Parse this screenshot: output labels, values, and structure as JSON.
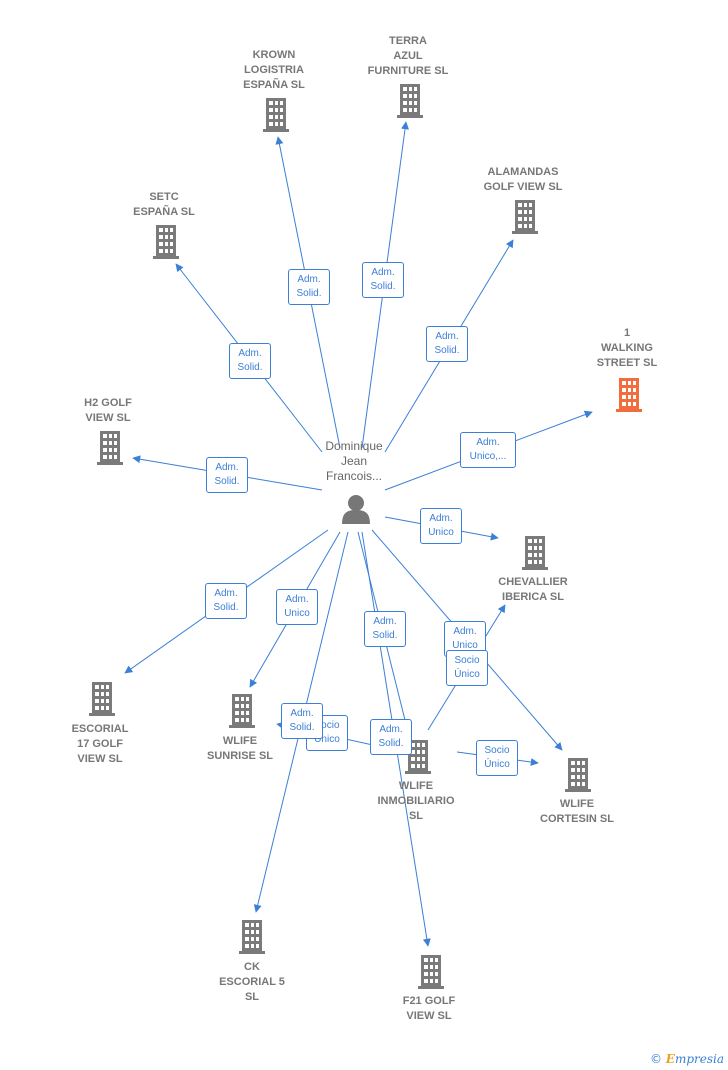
{
  "colors": {
    "edge": "#3b7fd6",
    "building": "#7a7a7a",
    "building_highlight": "#f26d3d",
    "person": "#777777"
  },
  "person": {
    "lines": [
      "Dominique",
      "Jean",
      "Francois..."
    ],
    "icon": "person-icon"
  },
  "companies": [
    {
      "id": "krown",
      "lines": [
        "KROWN",
        "LOGISTRIA",
        "ESPAÑA  SL"
      ],
      "highlight": false
    },
    {
      "id": "terra",
      "lines": [
        "TERRA",
        "AZUL",
        "FURNITURE  SL"
      ],
      "highlight": false
    },
    {
      "id": "alamandas",
      "lines": [
        "ALAMANDAS",
        "GOLF VIEW  SL"
      ],
      "highlight": false
    },
    {
      "id": "setc",
      "lines": [
        "SETC",
        "ESPAÑA  SL"
      ],
      "highlight": false
    },
    {
      "id": "walking",
      "lines": [
        "1",
        "WALKING",
        "STREET  SL"
      ],
      "highlight": true
    },
    {
      "id": "h2golf",
      "lines": [
        "H2 GOLF",
        "VIEW  SL"
      ],
      "highlight": false
    },
    {
      "id": "chevallier",
      "lines": [
        "CHEVALLIER",
        "IBERICA  SL"
      ],
      "highlight": false
    },
    {
      "id": "escorial17",
      "lines": [
        "ESCORIAL",
        "17 GOLF",
        "VIEW  SL"
      ],
      "highlight": false
    },
    {
      "id": "wlifesunrise",
      "lines": [
        "WLIFE",
        "SUNRISE  SL"
      ],
      "highlight": false
    },
    {
      "id": "wlifeinmob",
      "lines": [
        "WLIFE",
        "INMOBILIARIO",
        "SL"
      ],
      "highlight": false
    },
    {
      "id": "wlifecortesin",
      "lines": [
        "WLIFE",
        "CORTESIN  SL"
      ],
      "highlight": false
    },
    {
      "id": "ckescorial",
      "lines": [
        "CK",
        "ESCORIAL 5",
        "SL"
      ],
      "highlight": false
    },
    {
      "id": "f21golf",
      "lines": [
        "F21 GOLF",
        "VIEW  SL"
      ],
      "highlight": false
    }
  ],
  "edge_labels": [
    {
      "id": "e-krown",
      "lines": [
        "Adm.",
        "Solid."
      ]
    },
    {
      "id": "e-terra",
      "lines": [
        "Adm.",
        "Solid."
      ]
    },
    {
      "id": "e-alamandas",
      "lines": [
        "Adm.",
        "Solid."
      ]
    },
    {
      "id": "e-setc",
      "lines": [
        "Adm.",
        "Solid."
      ]
    },
    {
      "id": "e-walking",
      "lines": [
        "Adm.",
        "Unico,..."
      ]
    },
    {
      "id": "e-h2golf",
      "lines": [
        "Adm.",
        "Solid."
      ]
    },
    {
      "id": "e-chevallier",
      "lines": [
        "Adm.",
        "Unico"
      ]
    },
    {
      "id": "e-escorial17",
      "lines": [
        "Adm.",
        "Solid."
      ]
    },
    {
      "id": "e-sunrise",
      "lines": [
        "Adm.",
        "Unico"
      ]
    },
    {
      "id": "e-inmob-solid",
      "lines": [
        "Adm.",
        "Solid."
      ]
    },
    {
      "id": "e-cortesin-unico",
      "lines": [
        "Adm.",
        "Unico"
      ]
    },
    {
      "id": "e-cortesin-socio",
      "lines": [
        "Socio",
        "Único"
      ]
    },
    {
      "id": "e-sunrise-socio",
      "lines": [
        "Socio",
        "Único"
      ]
    },
    {
      "id": "e-ck",
      "lines": [
        "Adm.",
        "Solid."
      ]
    },
    {
      "id": "e-f21",
      "lines": [
        "Adm.",
        "Solid."
      ]
    },
    {
      "id": "e-inmob-cortesin-socio",
      "lines": [
        "Socio",
        "Único"
      ]
    }
  ],
  "watermark": {
    "copyright": "©",
    "brand_first": "E",
    "brand_rest": "mpresia"
  }
}
